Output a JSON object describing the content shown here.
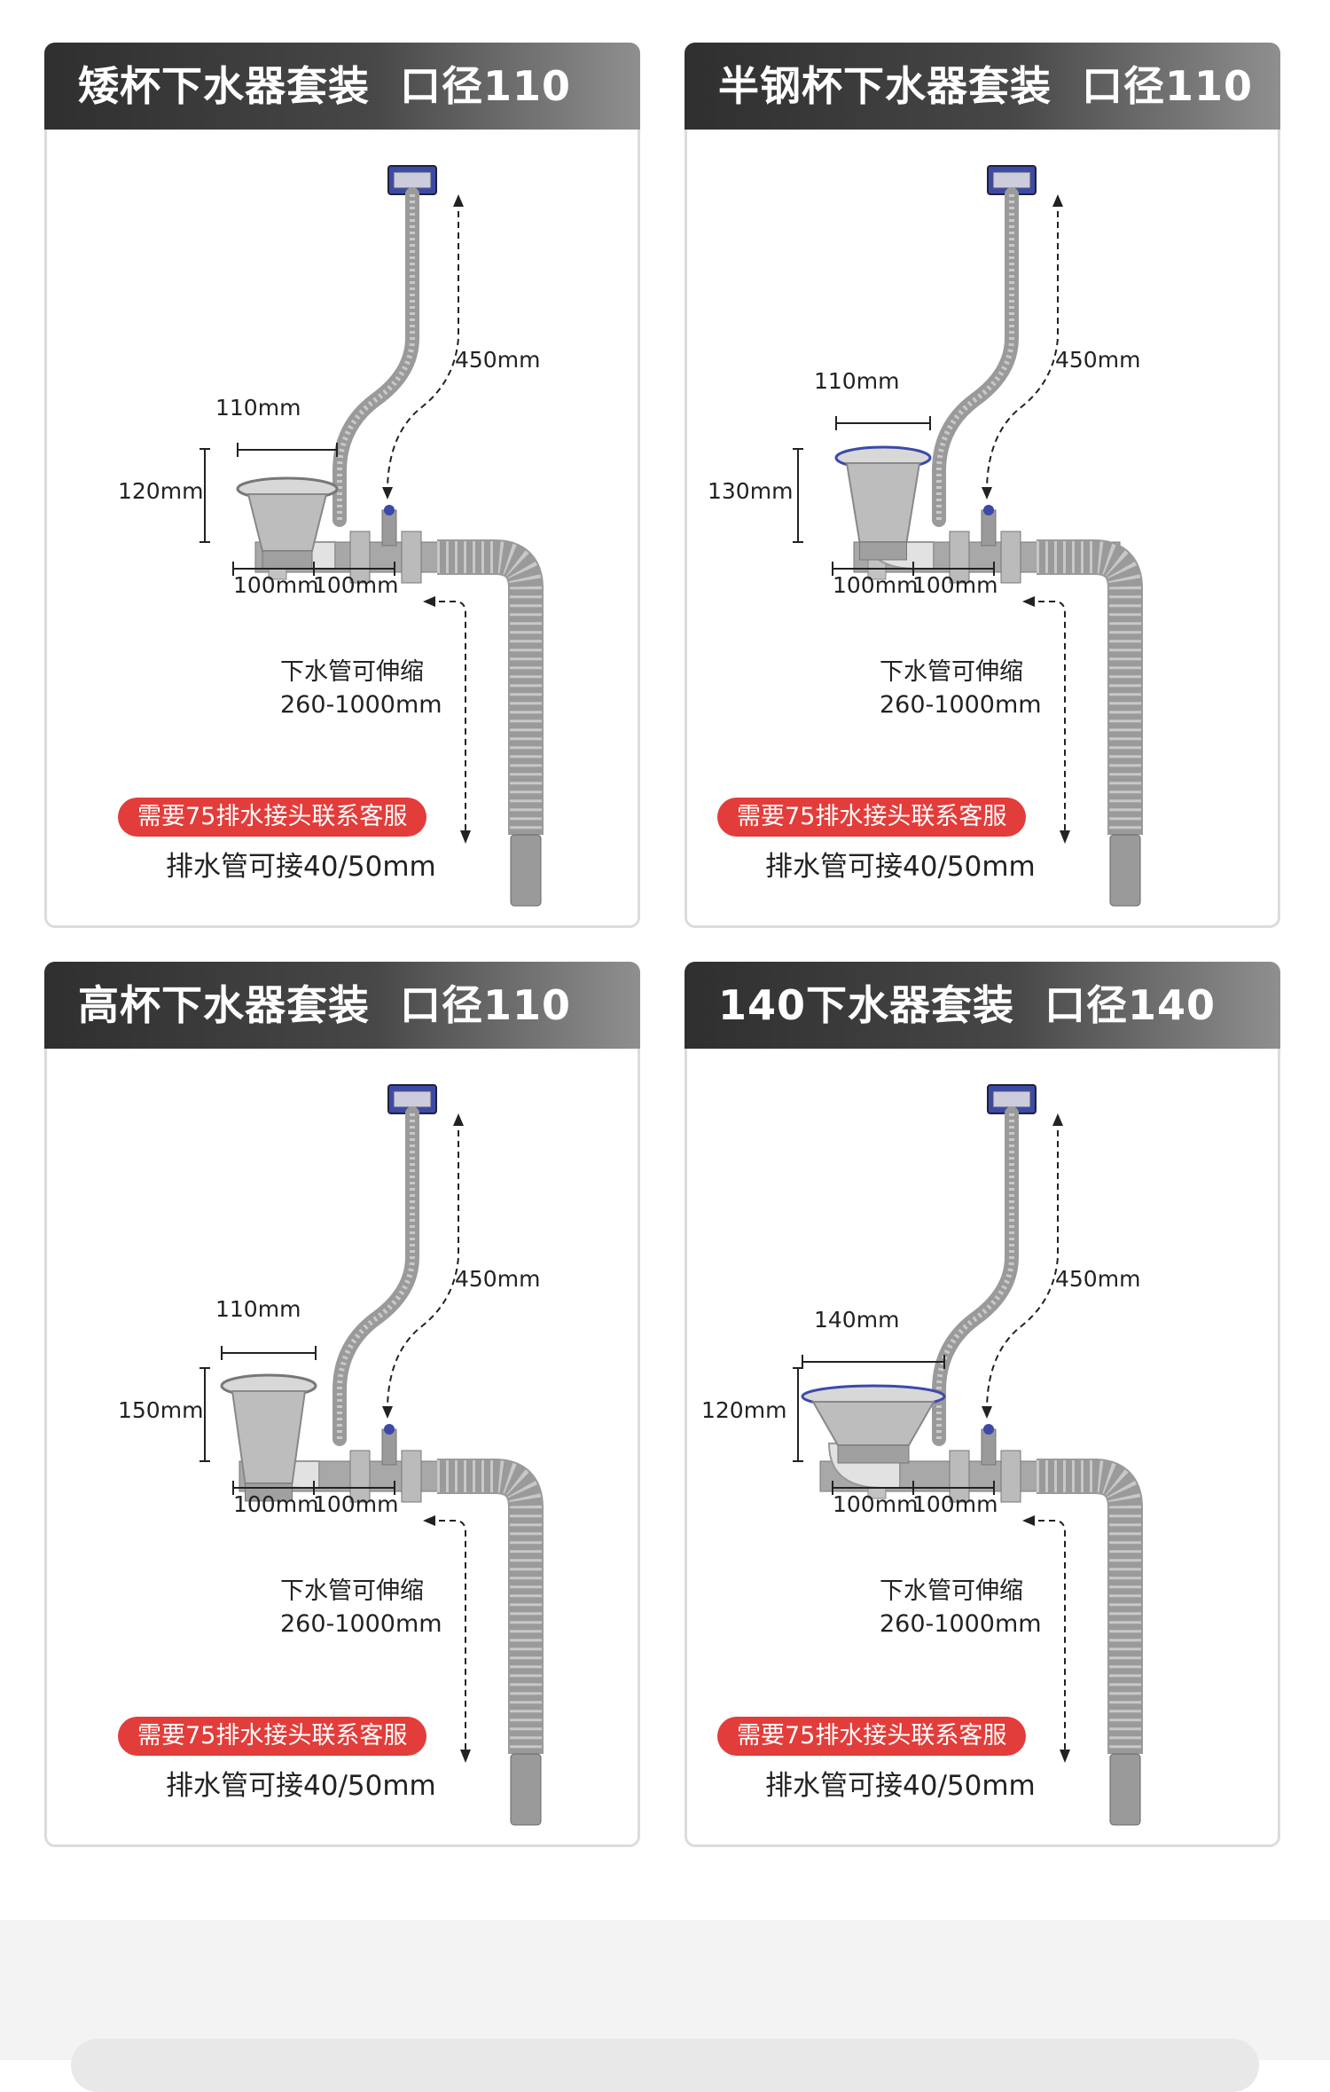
{
  "cards": [
    {
      "title": "矮杯下水器套装",
      "caliber": "口径110",
      "cup_width": "110mm",
      "cup_height": "120mm",
      "pipe_top": "450mm",
      "seg_a": "100mm",
      "seg_b": "100mm",
      "stretch_label": "下水管可伸缩",
      "stretch_range": "260-1000mm",
      "badge": "需要75排水接头联系客服",
      "drain": "排水管可接40/50mm"
    },
    {
      "title": "半钢杯下水器套装",
      "caliber": "口径110",
      "cup_width": "110mm",
      "cup_height": "130mm",
      "pipe_top": "450mm",
      "seg_a": "100mm",
      "seg_b": "100mm",
      "stretch_label": "下水管可伸缩",
      "stretch_range": "260-1000mm",
      "badge": "需要75排水接头联系客服",
      "drain": "排水管可接40/50mm"
    },
    {
      "title": "高杯下水器套装",
      "caliber": "口径110",
      "cup_width": "110mm",
      "cup_height": "150mm",
      "pipe_top": "450mm",
      "seg_a": "100mm",
      "seg_b": "100mm",
      "stretch_label": "下水管可伸缩",
      "stretch_range": "260-1000mm",
      "badge": "需要75排水接头联系客服",
      "drain": "排水管可接40/50mm"
    },
    {
      "title": "140下水器套装",
      "caliber": "口径140",
      "cup_width": "140mm",
      "cup_height": "120mm",
      "pipe_top": "450mm",
      "seg_a": "100mm",
      "seg_b": "100mm",
      "stretch_label": "下水管可伸缩",
      "stretch_range": "260-1000mm",
      "badge": "需要75排水接头联系客服",
      "drain": "排水管可接40/50mm"
    }
  ],
  "colors": {
    "header_dark": "#2f2f2f",
    "header_light": "#8f8f8f",
    "badge_red": "#e23d3a",
    "pipe_gray": "#9a9a9a",
    "overflow_blue": "#3b4aa8"
  }
}
